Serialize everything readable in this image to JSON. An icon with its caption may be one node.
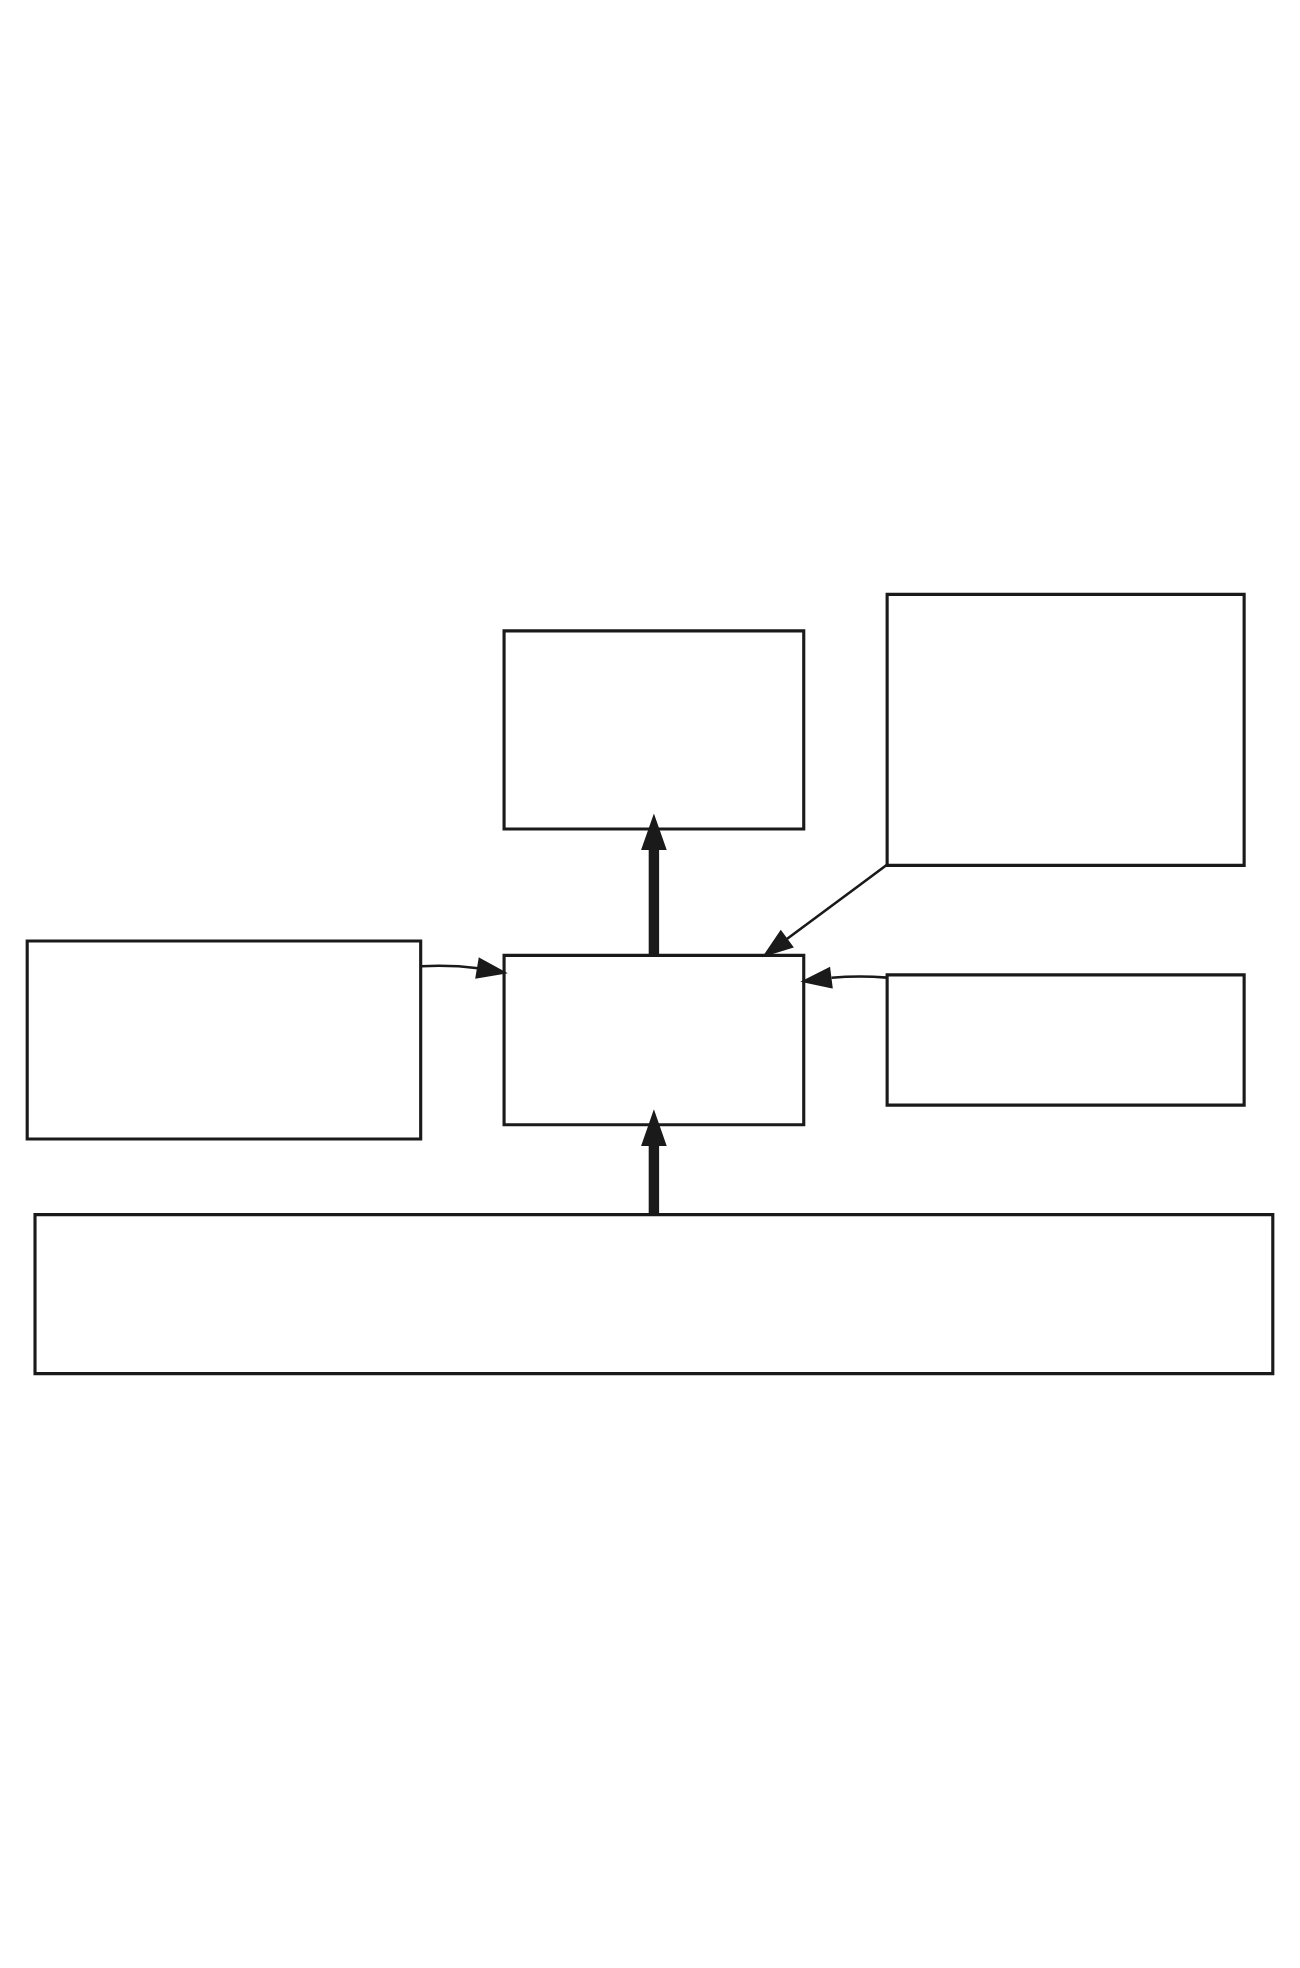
{
  "diagram": {
    "nodes": [
      {
        "text": [],
        "shape": "box"
      },
      {
        "text": [],
        "shape": "box"
      },
      {
        "text": [],
        "shape": "box"
      },
      {
        "text": [],
        "shape": "box"
      },
      {
        "text": [],
        "shape": "box"
      },
      {
        "text": [],
        "shape": "box"
      }
    ],
    "edges": [
      {
        "from": 3,
        "to": 0,
        "arrow": "to",
        "style": "thick"
      },
      {
        "from": 2,
        "to": 3,
        "arrow": "to"
      },
      {
        "from": 1,
        "to": 3,
        "arrow": "to"
      },
      {
        "from": 4,
        "to": 3,
        "arrow": "to"
      },
      {
        "from": 5,
        "to": 3,
        "arrow": "to",
        "style": "thick"
      }
    ]
  }
}
